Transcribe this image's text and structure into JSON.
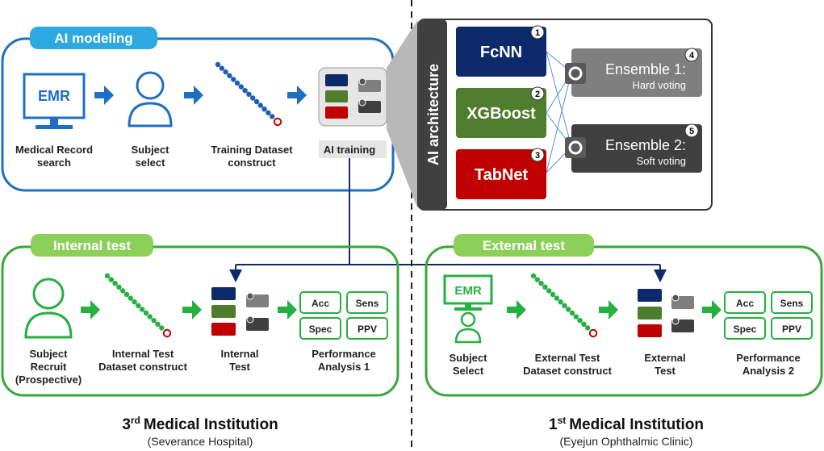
{
  "ai_modeling": {
    "title": "AI modeling",
    "steps": [
      {
        "line1": "Medical Record",
        "line2": "search"
      },
      {
        "line1": "Subject",
        "line2": "select"
      },
      {
        "line1": "Training Dataset",
        "line2": "construct"
      },
      {
        "line1": "AI training",
        "line2": ""
      }
    ],
    "emr_label": "EMR"
  },
  "ai_architecture": {
    "title": "AI architecture",
    "models": [
      {
        "label": "FcNN",
        "badge": "1",
        "color": "#0d2a6b"
      },
      {
        "label": "XGBoost",
        "badge": "2",
        "color": "#4f7d2e"
      },
      {
        "label": "TabNet",
        "badge": "3",
        "color": "#c00000"
      }
    ],
    "ensembles": [
      {
        "line1": "Ensemble 1:",
        "line2": "Hard voting",
        "badge": "4",
        "color": "#7f7f7f"
      },
      {
        "line1": "Ensemble 2:",
        "line2": "Soft voting",
        "badge": "5",
        "color": "#3f3f3f"
      }
    ]
  },
  "internal_test": {
    "title": "Internal test",
    "steps": [
      {
        "line1": "Subject",
        "line2": "Recruit",
        "line3": "(Prospective)"
      },
      {
        "line1": "Internal Test",
        "line2": "Dataset construct",
        "line3": ""
      },
      {
        "line1": "Internal",
        "line2": "Test",
        "line3": ""
      },
      {
        "line1": "Performance",
        "line2": "Analysis 1",
        "line3": ""
      }
    ],
    "metrics": [
      "Acc",
      "Sens",
      "Spec",
      "PPV"
    ],
    "institution_main": "Medical Institution",
    "institution_ordinal": "3",
    "institution_suffix": "rd",
    "institution_sub": "(Severance Hospital)"
  },
  "external_test": {
    "title": "External test",
    "emr_label": "EMR",
    "steps": [
      {
        "line1": "Subject",
        "line2": "Select"
      },
      {
        "line1": "External Test",
        "line2": "Dataset construct"
      },
      {
        "line1": "External",
        "line2": "Test"
      },
      {
        "line1": "Performance",
        "line2": "Analysis 2"
      }
    ],
    "metrics": [
      "Acc",
      "Sens",
      "Spec",
      "PPV"
    ],
    "institution_main": "Medical Institution",
    "institution_ordinal": "1",
    "institution_suffix": "st",
    "institution_sub": "(Eyejun Ophthalmic Clinic)"
  },
  "colors": {
    "blue": "#1f6fc0",
    "light_blue": "#2ea8e0",
    "green": "#3aa63a",
    "light_green": "#8cd05a",
    "navy": "#0d2a6b",
    "red": "#c00000",
    "dot_blue": "#1a5fb4",
    "dot_green": "#25b040"
  }
}
